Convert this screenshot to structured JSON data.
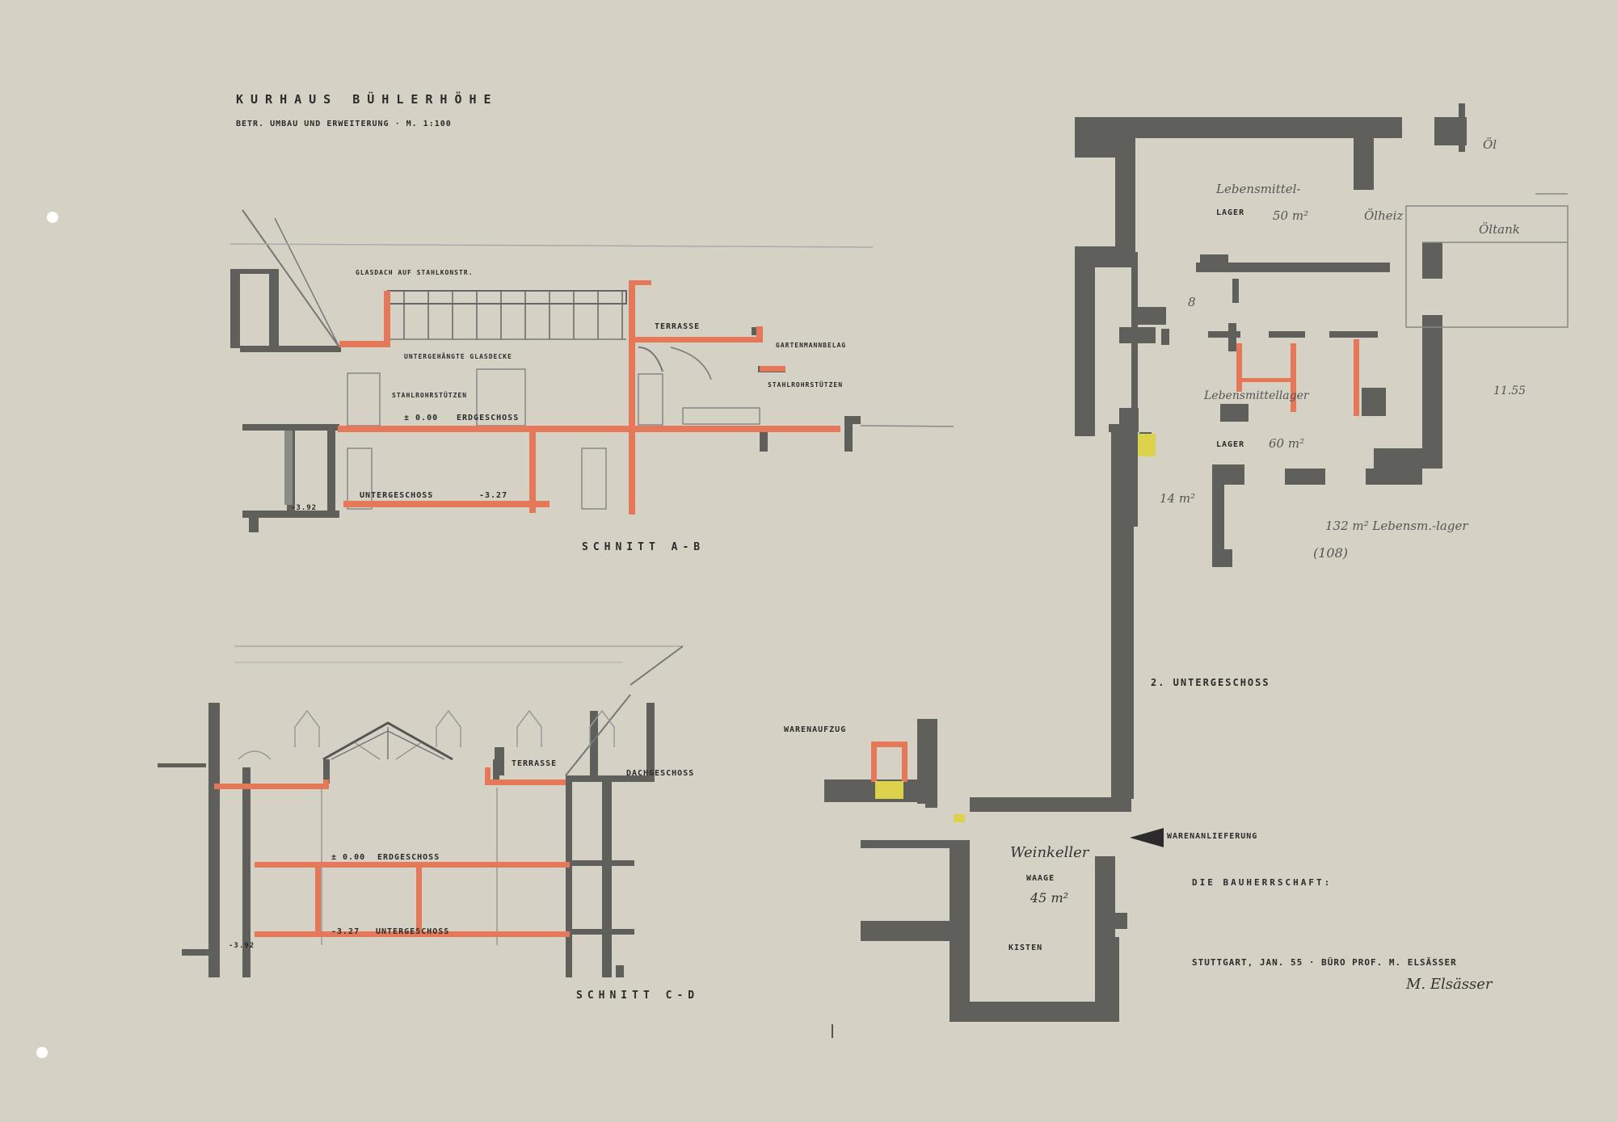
{
  "title": "KURHAUS BÜHLERHÖHE",
  "subtitle": "BETR. UMBAU UND ERWEITERUNG · M. 1:100",
  "section_ab": {
    "caption": "SCHNITT A-B",
    "glasdach": "GLASDACH AUF STAHLKONSTR.",
    "terrasse": "TERRASSE",
    "gartenmann": "GARTENMANNBELAG",
    "glasdecke": "UNTERGEHÄNGTE GLASDECKE",
    "stahlrohr1": "STAHLROHRSTÜTZEN",
    "stahlrohr2": "STAHLROHRSTÜTZEN",
    "level_0": "± 0.00",
    "erdgeschoss": "ERDGESCHOSS",
    "untergeschoss": "UNTERGESCHOSS",
    "level_327": "-3.27",
    "level_392": "-3.92"
  },
  "section_cd": {
    "caption": "SCHNITT C-D",
    "terrasse": "TERRASSE",
    "dachgeschoss": "DACHGESCHOSS",
    "level_0": "± 0.00",
    "erdgeschoss": "ERDGESCHOSS",
    "level_327": "-3.27",
    "untergeschoss": "UNTERGESCHOSS",
    "level_392": "-3.92"
  },
  "plan": {
    "floor": "2. UNTERGESCHOSS",
    "lager1": "LAGER",
    "lager2": "LAGER",
    "warenaufzug": "WARENAUFZUG",
    "warenanlieferung": "WARENANLIEFERUNG",
    "waage": "WAAGE",
    "kisten": "KISTEN",
    "h_lebensmittel": "Lebensmittel-",
    "h_50": "50 m²",
    "h_oel1": "Öl",
    "h_oel2": "Ölheiz",
    "h_oel3": "Öltank",
    "h_8": "8",
    "h_lebensmittellager": "Lebensmittellager",
    "h_60": "60 m²",
    "h_14": "14 m²",
    "h_1155": "11.55",
    "h_132": "132 m² Lebensm.-lager",
    "h_108": "(108)",
    "h_weinkeller": "Weinkeller",
    "h_45": "45 m²"
  },
  "client": "DIE BAUHERRSCHAFT:",
  "office": "STUTTGART, JAN. 55 · BÜRO PROF. M. ELSÄSSER",
  "signature": "M. Elsässer",
  "colors": {
    "paper": "#d5d1c5",
    "wall": "#5f5f5b",
    "red": "#e6785a",
    "yellow": "#dcd24c",
    "ink": "#2b2b2b"
  }
}
